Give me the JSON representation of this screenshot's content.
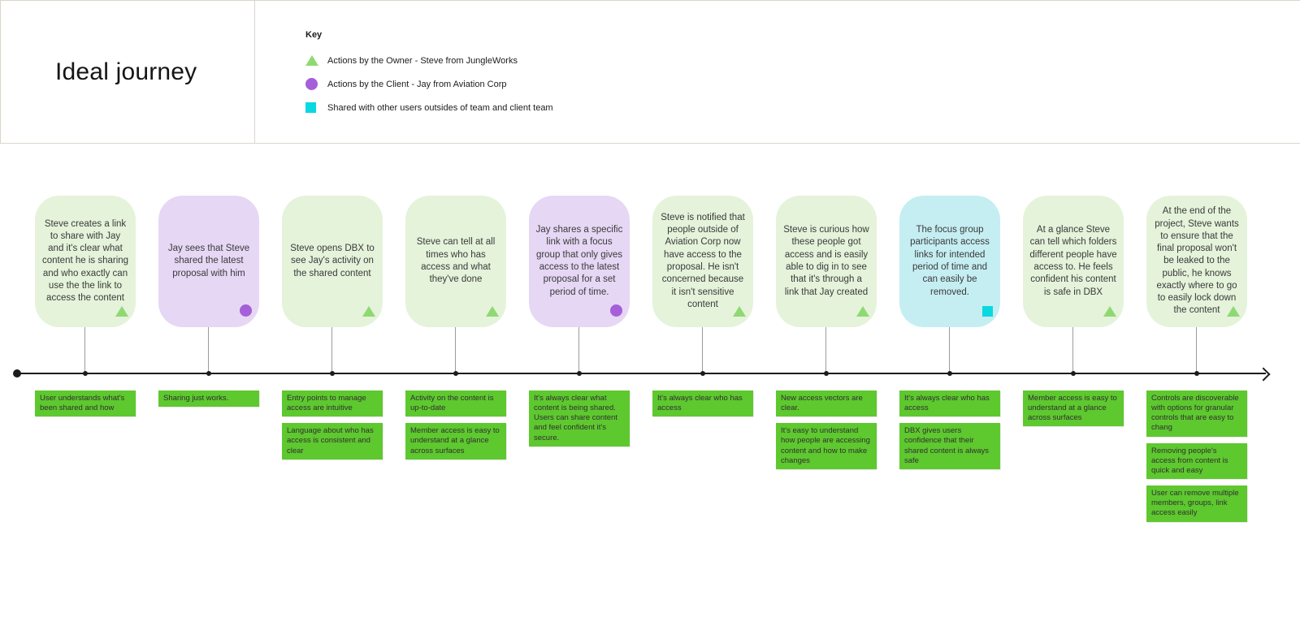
{
  "header": {
    "title": "Ideal journey",
    "key": {
      "heading": "Key",
      "items": [
        {
          "icon": "triangle-icon",
          "color": "#8fd973",
          "label": "Actions by the Owner - Steve from JungleWorks"
        },
        {
          "icon": "circle-icon",
          "color": "#a55fd8",
          "label": "Actions by the Client - Jay from Aviation Corp"
        },
        {
          "icon": "square-icon",
          "color": "#0bd8e0",
          "label": "Shared with other users outsides of team and client team"
        }
      ]
    }
  },
  "colors": {
    "owner_card": "#e4f3da",
    "client_card": "#e6d7f5",
    "shared_card": "#c5eef2",
    "sticky_note": "#5ec82f",
    "timeline": "#1c1c1c",
    "connector": "#9b9b9b",
    "frame_border": "#dbd6cc"
  },
  "timeline": {
    "steps": [
      {
        "actor": "owner",
        "marker": "triangle",
        "text": "Steve creates a link to share with Jay and it's clear what content he is sharing and who exactly can use the the link to access the content",
        "notes": [
          "User understands what's been shared and how"
        ]
      },
      {
        "actor": "client",
        "marker": "circle",
        "text": "Jay sees that Steve shared the latest proposal with him",
        "notes": [
          "Sharing just works."
        ]
      },
      {
        "actor": "owner",
        "marker": "triangle",
        "text": "Steve opens DBX to see Jay's activity on the shared content",
        "notes": [
          "Entry points to manage access are intuitive",
          "Language about who has access is consistent and clear"
        ]
      },
      {
        "actor": "owner",
        "marker": "triangle",
        "text": "Steve can tell at all times who has access and what they've done",
        "notes": [
          "Activity on the content is up-to-date",
          "Member access is easy to understand at a glance across surfaces"
        ]
      },
      {
        "actor": "client",
        "marker": "circle",
        "text": "Jay shares a specific link with a focus group that only gives access to the latest proposal for a set period of time.",
        "notes": [
          "It's always clear what content is being shared. Users can share content and feel confident it's secure."
        ]
      },
      {
        "actor": "owner",
        "marker": "triangle",
        "text": "Steve is notified that people outside of Aviation Corp now have access to the proposal. He isn't concerned because it isn't sensitive content",
        "notes": [
          "It's always clear who has access"
        ]
      },
      {
        "actor": "owner",
        "marker": "triangle",
        "text": "Steve is curious how these people got access and is easily able to dig in to see that it's through a link that Jay created",
        "notes": [
          "New access vectors are clear.",
          "It's easy to understand how people are accessing content and how to make changes"
        ]
      },
      {
        "actor": "shared",
        "marker": "square",
        "text": "The focus group participants access links for intended period of time and can easily be removed.",
        "notes": [
          "It's always clear who has access",
          "DBX gives users confidence that their shared content is always safe"
        ]
      },
      {
        "actor": "owner",
        "marker": "triangle",
        "text": "At a glance Steve can tell which folders different people have access to. He feels confident his content is safe in DBX",
        "notes": [
          "Member access is easy to understand at a glance across surfaces"
        ]
      },
      {
        "actor": "owner",
        "marker": "triangle",
        "text": "At the end of the project, Steve wants to ensure that the final proposal won't be leaked to the public, he knows exactly where to go to easily lock down the content",
        "notes": [
          "Controls are discoverable with options for granular controls that are easy to chang",
          "Removing people's access from content is quick and easy",
          "User can remove multiple members, groups, link access easily"
        ]
      }
    ]
  }
}
